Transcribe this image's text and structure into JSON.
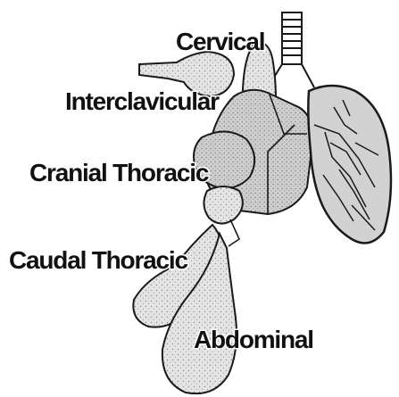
{
  "labels": {
    "cervical": "Cervical",
    "interclavicular": "Interclavicular",
    "cranial_thoracic": "Cranial Thoracic",
    "caudal_thoracic": "Caudal Thoracic",
    "abdominal": "Abdominal"
  },
  "colors": {
    "outline": "#1a1a1a",
    "sac_fill": "#d9d9d9",
    "lung_fill": "#c9c9c9",
    "background": "#ffffff"
  }
}
